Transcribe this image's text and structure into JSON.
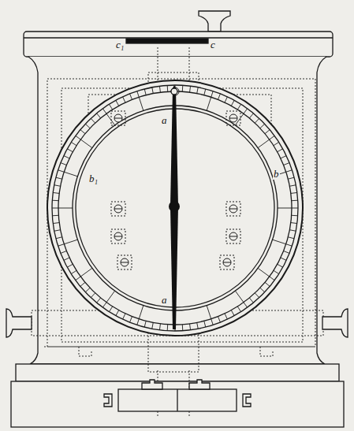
{
  "diagram": {
    "labels": [
      "c₁",
      "c",
      "a",
      "b₁",
      "b",
      "a"
    ]
  }
}
